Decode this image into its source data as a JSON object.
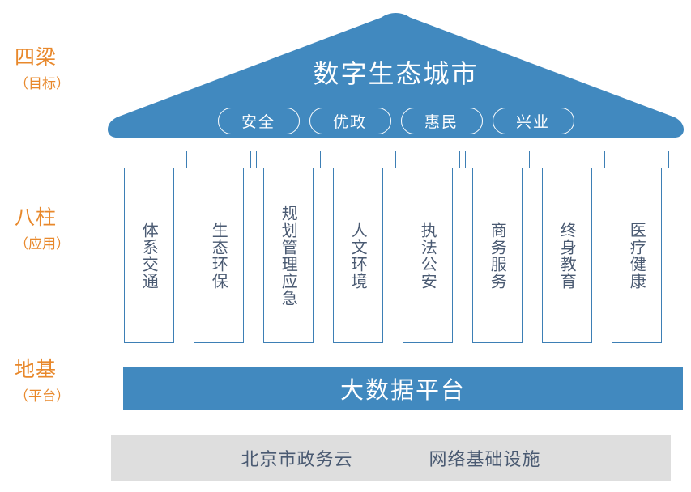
{
  "colors": {
    "roof_blue": "#4189BF",
    "platform_blue": "#4189BF",
    "pillar_outline": "#3D7FB5",
    "pillar_text": "#4A5A72",
    "label_orange": "#E8882B",
    "infra_gray": "#DEDEDE",
    "background": "#FFFFFF"
  },
  "side_labels": [
    {
      "main": "四梁",
      "sub": "（目标）"
    },
    {
      "main": "八柱",
      "sub": "（应用）"
    },
    {
      "main": "地基",
      "sub": "（平台）"
    }
  ],
  "roof": {
    "title": "数字生态城市",
    "pills": [
      {
        "label": "安全"
      },
      {
        "label": "优政"
      },
      {
        "label": "惠民"
      },
      {
        "label": "兴业"
      }
    ]
  },
  "pillars": [
    {
      "label": "体系交通"
    },
    {
      "label": "生态环保"
    },
    {
      "label": "规划管理应急"
    },
    {
      "label": "人文环境"
    },
    {
      "label": "执法公安"
    },
    {
      "label": "商务服务"
    },
    {
      "label": "终身教育"
    },
    {
      "label": "医疗健康"
    }
  ],
  "platform": {
    "label": "大数据平台"
  },
  "infrastructure": {
    "items": [
      {
        "label": "北京市政务云"
      },
      {
        "label": "网络基础设施"
      }
    ]
  }
}
